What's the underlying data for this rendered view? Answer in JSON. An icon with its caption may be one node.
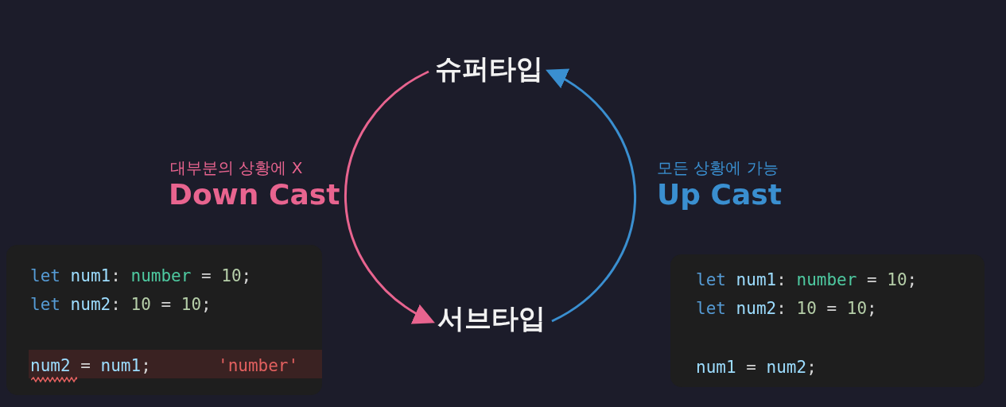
{
  "diagram": {
    "nodes": [
      {
        "text": [
          "슈퍼타입"
        ]
      },
      {
        "text": [
          "서브타입"
        ]
      },
      {
        "text": [
          "let num1: number = 10;",
          "let num2: 10 = 10;",
          "num2 = num1;",
          "'number'"
        ]
      },
      {
        "text": [
          "let num1: number = 10;",
          "let num2: 10 = 10;",
          "num1 = num2;"
        ]
      }
    ],
    "edges": [
      {
        "from": 0,
        "to": 1,
        "arrow": "to",
        "color": "#e8648f"
      },
      {
        "from": 1,
        "to": 0,
        "arrow": "to",
        "color": "#3a8fd0"
      }
    ],
    "labels": [
      "대부분의 상황에 X",
      "Down Cast",
      "모든 상황에 가능",
      "Up Cast"
    ]
  }
}
